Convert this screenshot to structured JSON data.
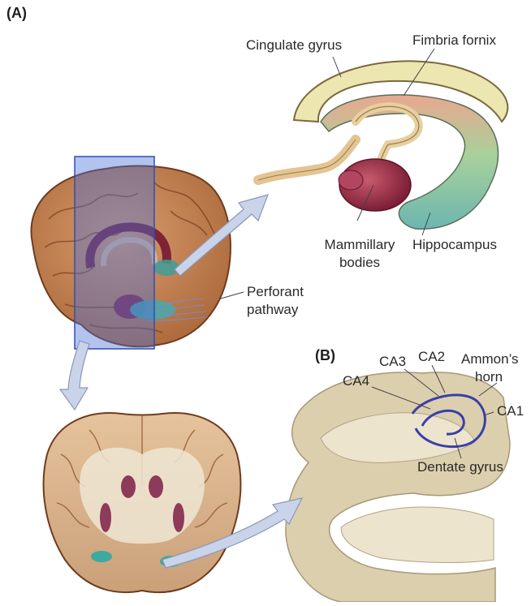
{
  "panels": {
    "a": "(A)",
    "b": "(B)"
  },
  "labels": {
    "cingulate_gyrus": "Cingulate gyrus",
    "fimbria_fornix": "Fimbria fornix",
    "mammillary_bodies_1": "Mammillary",
    "mammillary_bodies_2": "bodies",
    "hippocampus": "Hippocampus",
    "perforant_1": "Perforant",
    "perforant_2": "pathway",
    "ca3": "CA3",
    "ca2": "CA2",
    "ca4": "CA4",
    "ammons_1": "Ammon’s",
    "ammons_2": "horn",
    "ca1": "CA1",
    "dentate_gyrus": "Dentate gyrus"
  },
  "colors": {
    "brain": "#c98a5c",
    "brain_dark": "#9a5a34",
    "cingulate": "#ece6b0",
    "fornix": "#e8cfa0",
    "mammillary": "#a5344e",
    "hippocampus": "#6fb9b2",
    "plane": "#4a6fd8",
    "arrow": "#c9d3ea",
    "hippo_tissue": "#ddd1b1",
    "dentate_line": "#3a3fa8"
  }
}
